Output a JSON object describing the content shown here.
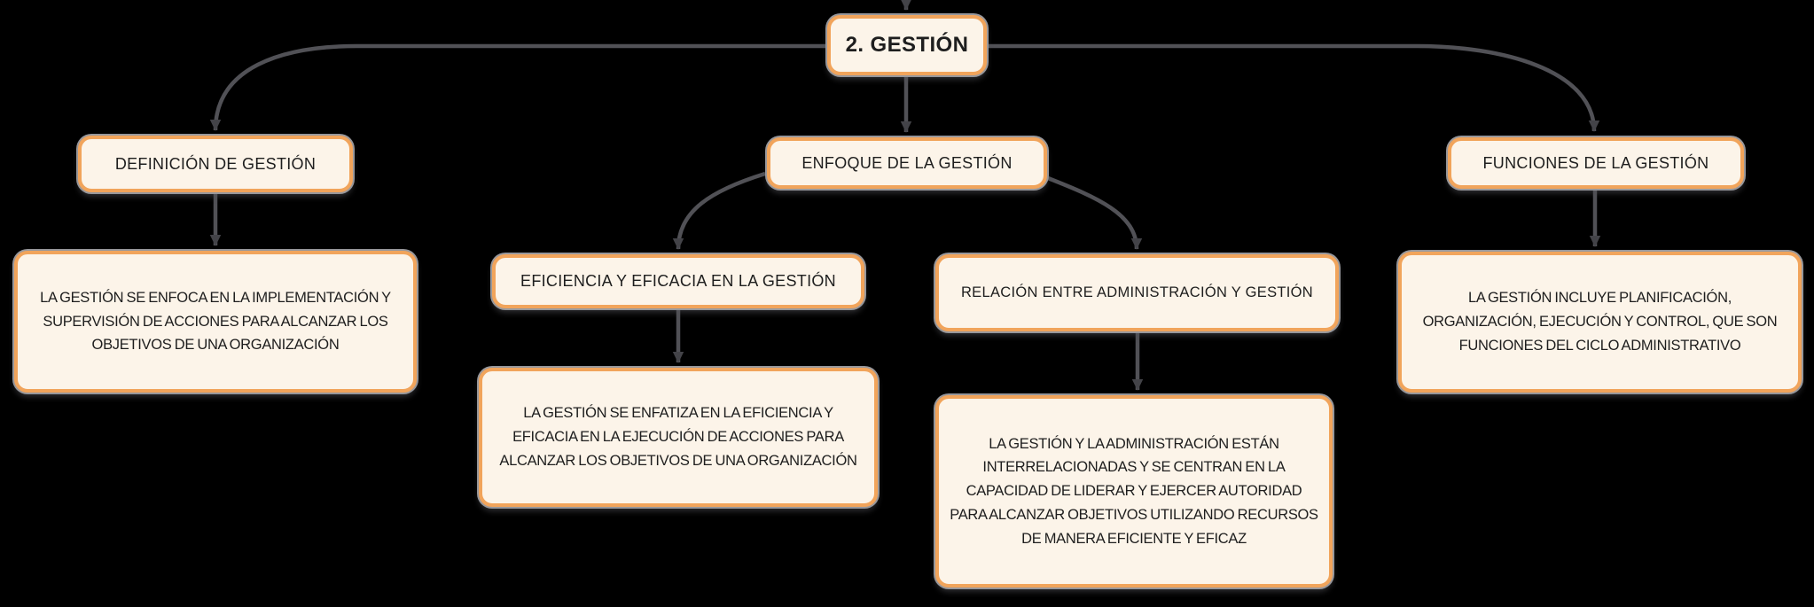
{
  "colors": {
    "bg": "#000000",
    "node_fill": "#FCF4E9",
    "node_border": "#F1A45B",
    "node_outline": "#97979B",
    "connector": "#515156",
    "arrow": "#434348",
    "text": "#1E1E1E"
  },
  "root": {
    "label": "2. GESTIÓN"
  },
  "branches": [
    {
      "title": "DEFINICIÓN DE GESTIÓN",
      "note": "LA GESTIÓN SE ENFOCA EN LA IMPLEMENTACIÓN Y SUPERVISIÓN DE ACCIONES PARA ALCANZAR LOS OBJETIVOS DE UNA ORGANIZACIÓN"
    },
    {
      "title": "ENFOQUE DE LA GESTIÓN",
      "children": [
        {
          "title": "EFICIENCIA Y EFICACIA EN LA GESTIÓN",
          "note": "LA GESTIÓN SE ENFATIZA EN LA EFICIENCIA Y EFICACIA EN LA EJECUCIÓN DE ACCIONES PARA ALCANZAR LOS OBJETIVOS DE UNA ORGANIZACIÓN"
        },
        {
          "title": "RELACIÓN ENTRE ADMINISTRACIÓN Y GESTIÓN",
          "note": "LA GESTIÓN Y LA ADMINISTRACIÓN ESTÁN INTERRELACIONADAS Y SE CENTRAN EN LA CAPACIDAD DE LIDERAR Y EJERCER AUTORIDAD PARA ALCANZAR OBJETIVOS UTILIZANDO RECURSOS DE MANERA EFICIENTE Y EFICAZ"
        }
      ]
    },
    {
      "title": "FUNCIONES DE LA GESTIÓN",
      "note": "LA GESTIÓN INCLUYE PLANIFICACIÓN, ORGANIZACIÓN, EJECUCIÓN Y CONTROL, QUE SON FUNCIONES DEL CICLO ADMINISTRATIVO"
    }
  ]
}
